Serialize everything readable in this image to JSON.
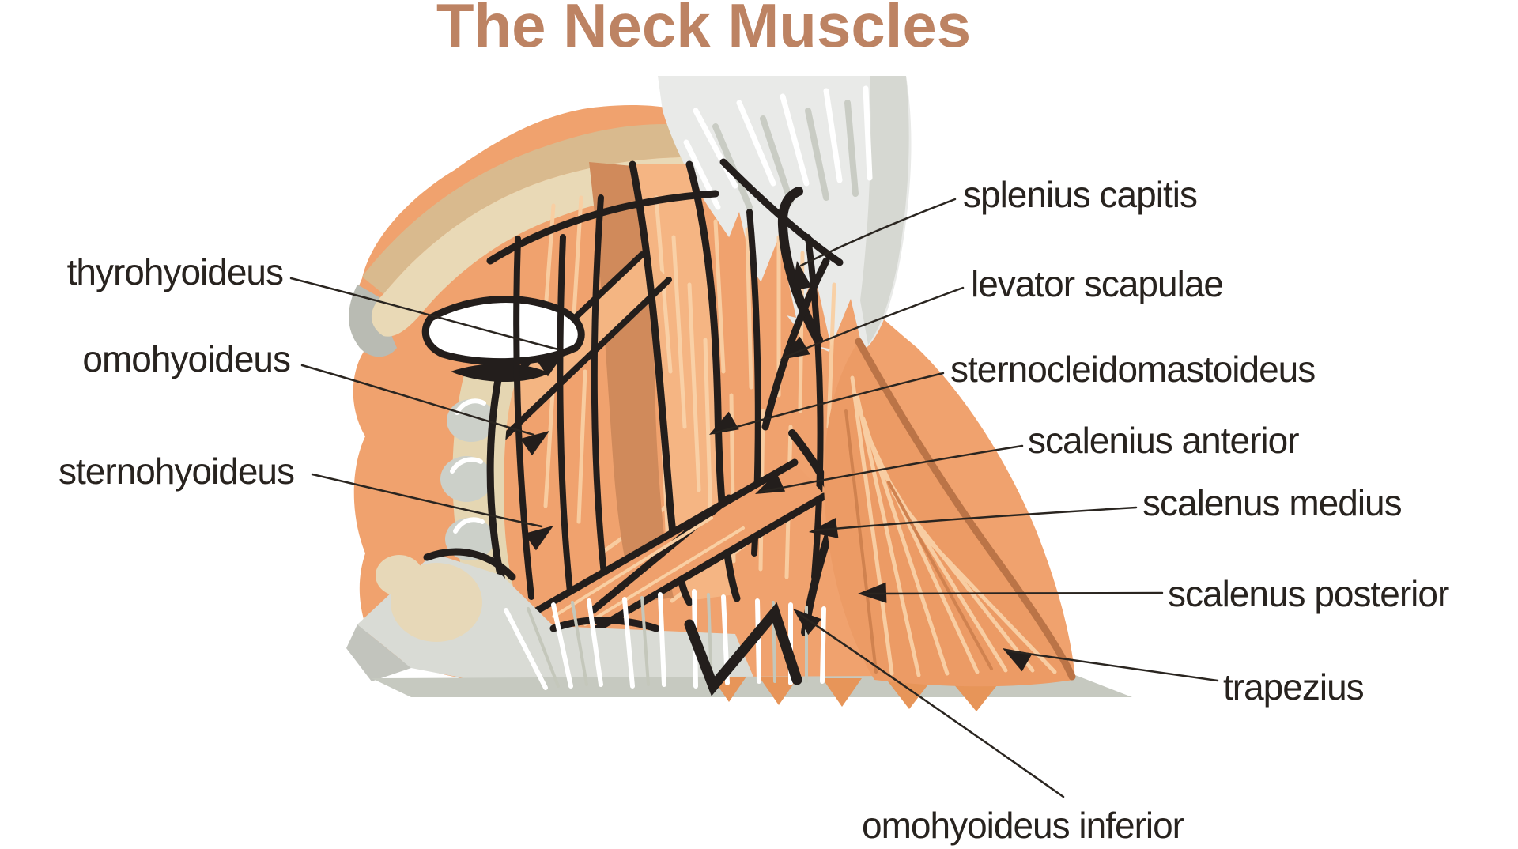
{
  "title": {
    "text": "The Neck Muscles"
  },
  "labels": [
    {
      "id": "thyrohyoideus",
      "text": "thyrohyoideus",
      "side": "left"
    },
    {
      "id": "omohyoideus",
      "text": "omohyoideus",
      "side": "left"
    },
    {
      "id": "sternohyoideus",
      "text": "sternohyoideus",
      "side": "left"
    },
    {
      "id": "splenius-capitis",
      "text": "splenius capitis",
      "side": "right"
    },
    {
      "id": "levator-scapulae",
      "text": "levator scapulae",
      "side": "right"
    },
    {
      "id": "sternocleidomastoideus",
      "text": "sternocleidomastoideus",
      "side": "right"
    },
    {
      "id": "scalenius-anterior",
      "text": "scalenius anterior",
      "side": "right"
    },
    {
      "id": "scalenus-medius",
      "text": "scalenus medius",
      "side": "right"
    },
    {
      "id": "scalenus-posterior",
      "text": "scalenus posterior",
      "side": "right"
    },
    {
      "id": "trapezius",
      "text": "trapezius",
      "side": "right"
    },
    {
      "id": "omohyoideus-inferior",
      "text": "omohyoideus inferior",
      "side": "bottom"
    }
  ],
  "palette": {
    "background": "#ffffff",
    "title_color": "#bd8363",
    "label_color": "#28231f",
    "leader_line_color": "#2a2520",
    "outline_black": "#231e1c",
    "muscle_orange": "#f0a26e",
    "muscle_pale": "#f5b583",
    "muscle_highlight": "#f9cfa3",
    "muscle_shadow": "#d08a5b",
    "muscle_deep": "#bd7a4e",
    "jaw_tan": "#d9ba8e",
    "bone_cream": "#e9d9b6",
    "cartilage_grey": "#ccd0c9",
    "skull_grey": "#e9eae8",
    "shadow_grey": "#c6c9c0"
  }
}
